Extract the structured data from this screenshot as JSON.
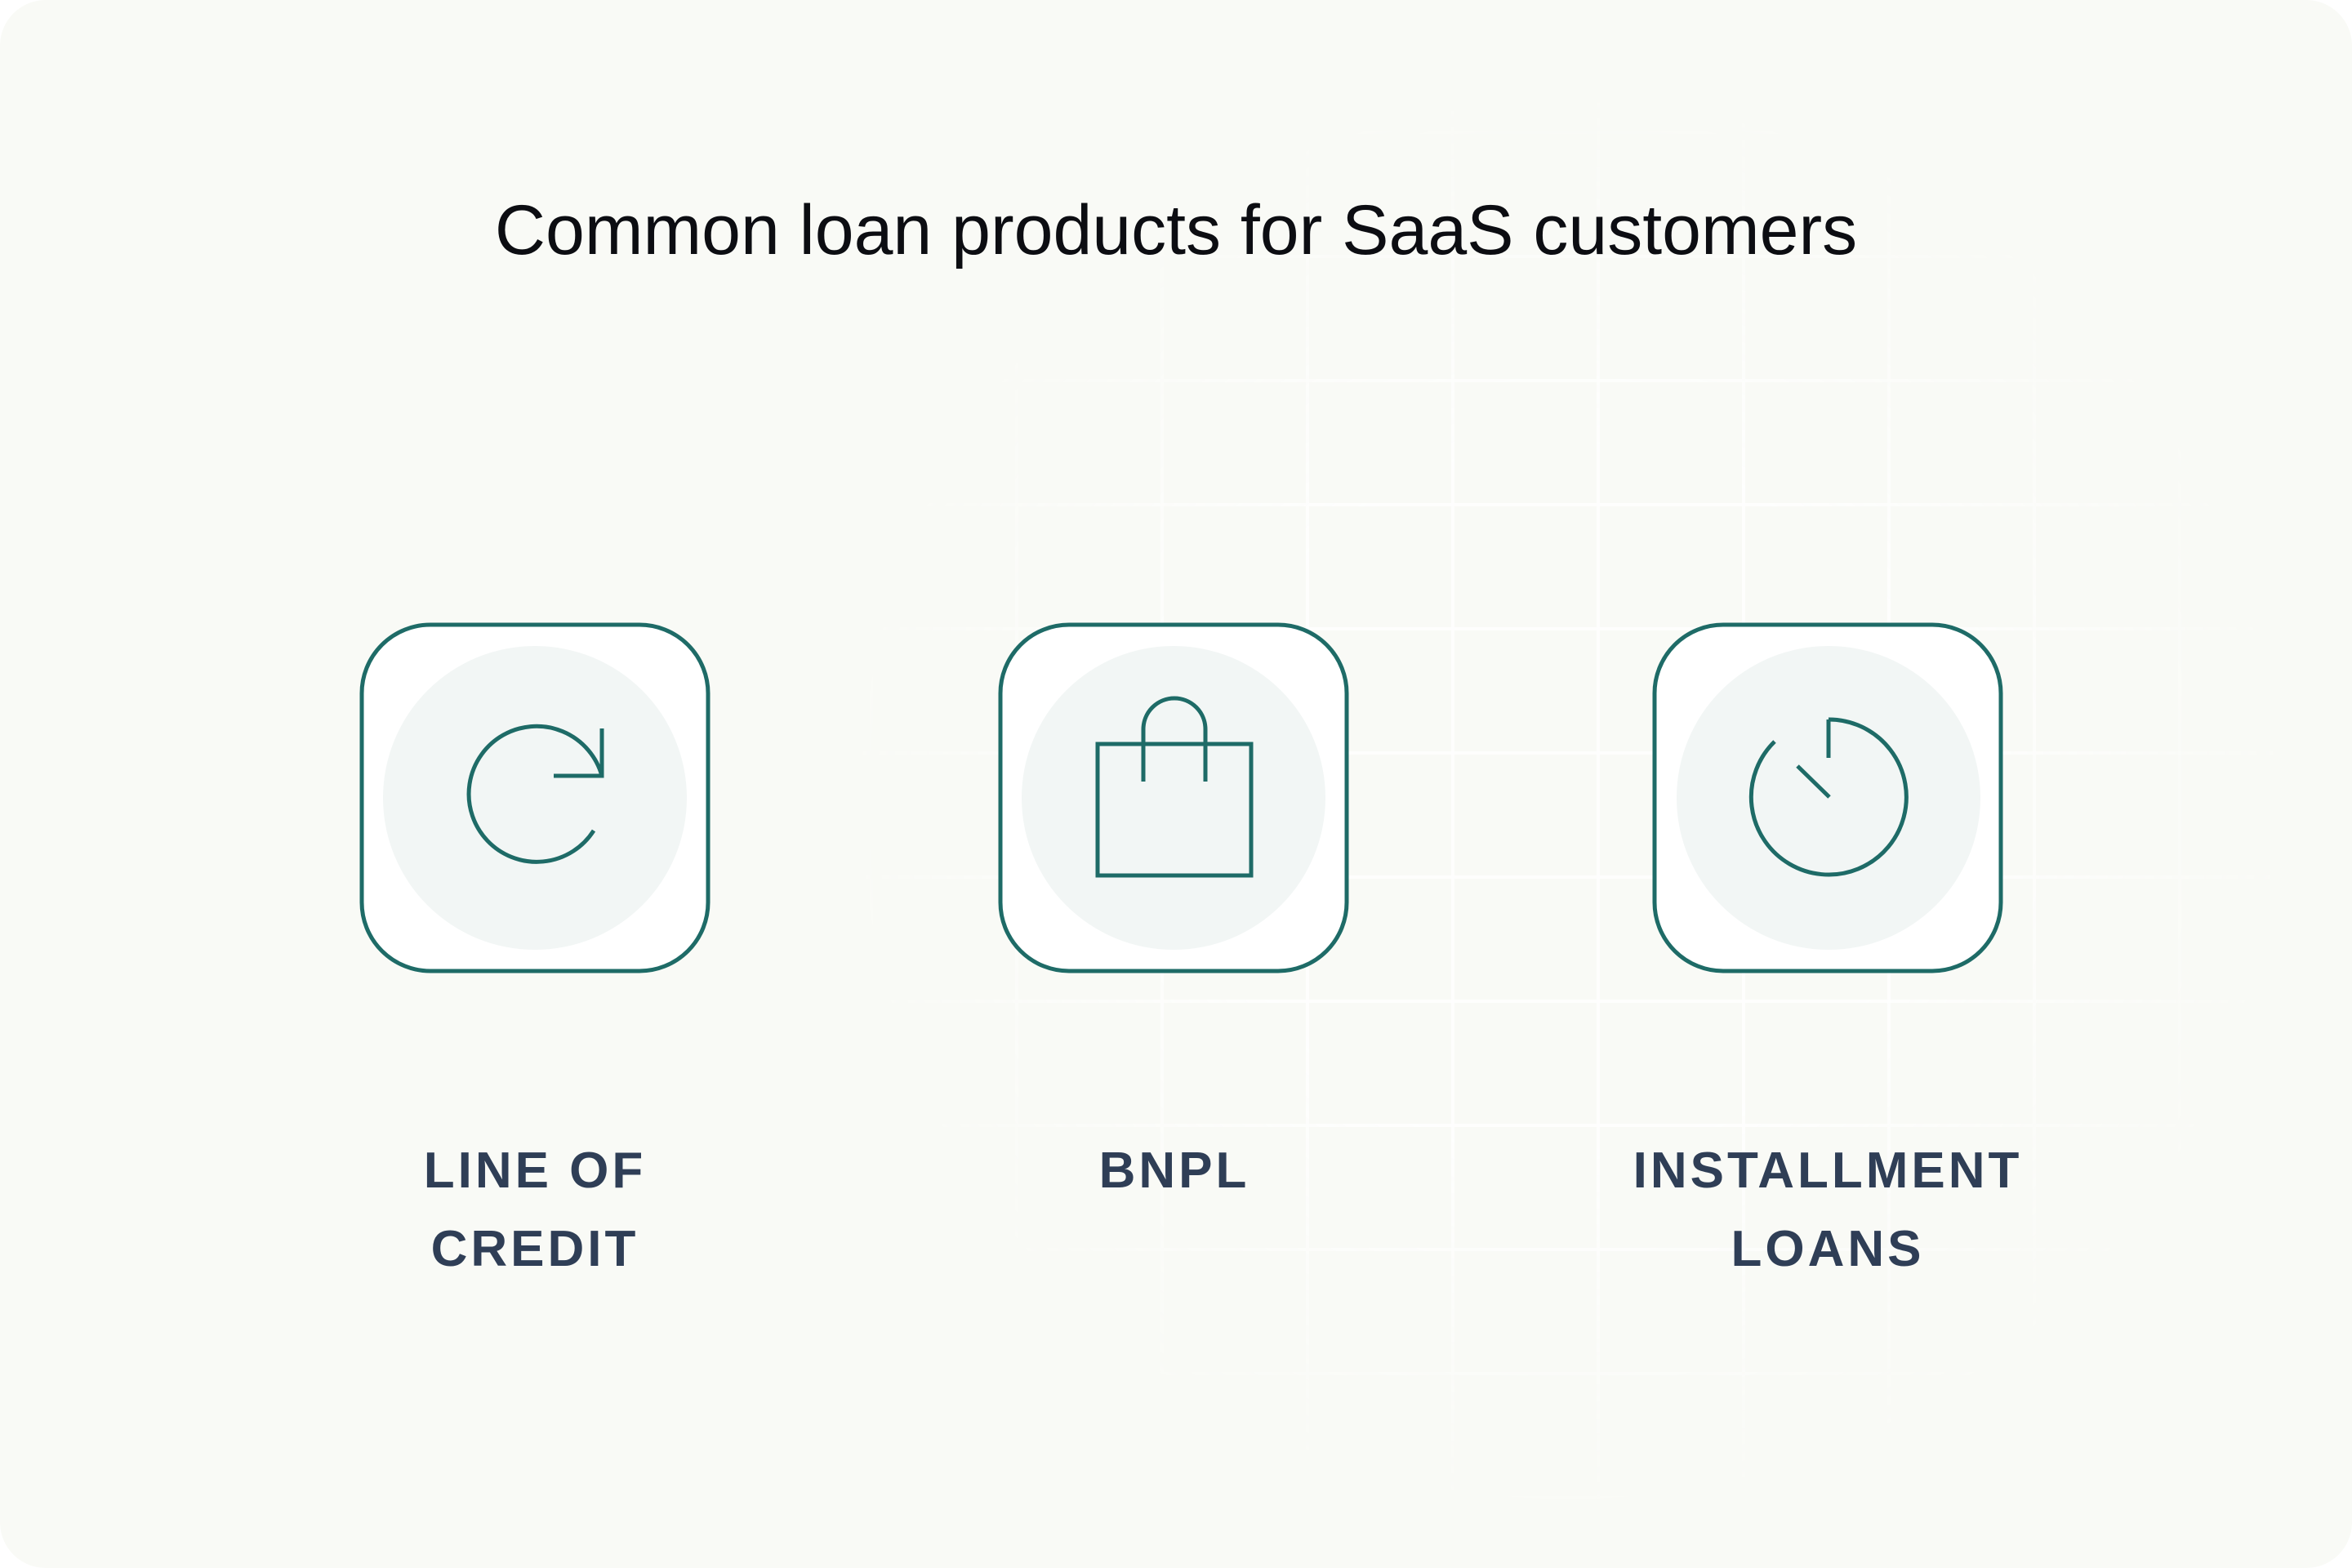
{
  "title": "Common loan products for SaaS customers",
  "colors": {
    "background": "#f9faf6",
    "card_fill": "#ffffff",
    "card_stroke": "#1e6b67",
    "icon_bg": "#f2f6f5",
    "icon_stroke": "#1e6b67",
    "title_text": "#0c0d12",
    "label_text": "#2f3e56"
  },
  "products": [
    {
      "id": "line-of-credit",
      "icon": "refresh-icon",
      "label_lines": [
        "LINE OF",
        "CREDIT"
      ]
    },
    {
      "id": "bnpl",
      "icon": "shopping-bag-icon",
      "label_lines": [
        "BNPL"
      ]
    },
    {
      "id": "installment-loans",
      "icon": "timer-icon",
      "label_lines": [
        "INSTALLMENT",
        "LOANS"
      ]
    }
  ]
}
